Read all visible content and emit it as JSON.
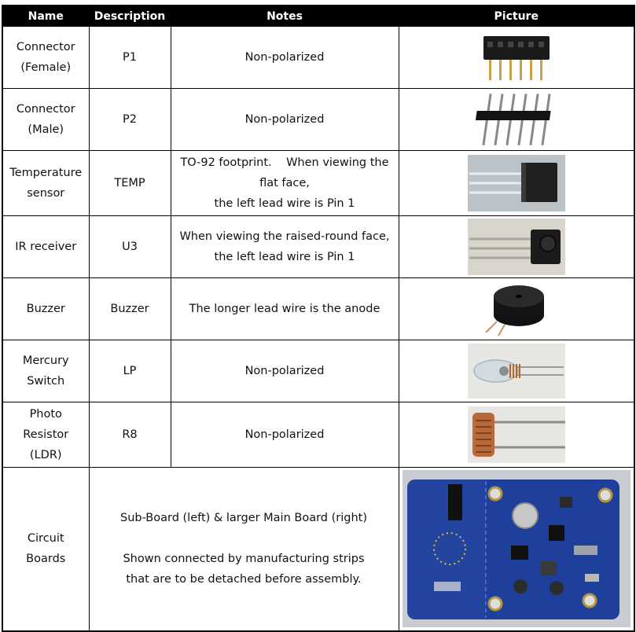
{
  "headers": {
    "name": "Name",
    "description": "Description",
    "notes": "Notes",
    "picture": "Picture"
  },
  "rows": [
    {
      "name_lines": [
        "Connector",
        "(Female)"
      ],
      "description": "P1",
      "notes_lines": [
        "Non-polarized"
      ],
      "picture": "female-header-photo"
    },
    {
      "name_lines": [
        "Connector",
        "(Male)"
      ],
      "description": "P2",
      "notes_lines": [
        "Non-polarized"
      ],
      "picture": "male-header-photo"
    },
    {
      "name_lines": [
        "Temperature",
        "sensor"
      ],
      "description": "TEMP",
      "notes_lines": [
        "TO-92 footprint.    When viewing the",
        "flat face,",
        "the left lead wire is Pin 1"
      ],
      "picture": "to92-sensor-photo"
    },
    {
      "name_lines": [
        "IR receiver"
      ],
      "description": "U3",
      "notes_lines": [
        "When viewing the raised-round face,",
        "the left lead wire is Pin 1"
      ],
      "picture": "ir-receiver-photo"
    },
    {
      "name_lines": [
        "Buzzer"
      ],
      "description": "Buzzer",
      "notes_lines": [
        "The longer lead wire is the anode"
      ],
      "picture": "buzzer-photo"
    },
    {
      "name_lines": [
        "Mercury",
        "Switch"
      ],
      "description": "LP",
      "notes_lines": [
        "Non-polarized"
      ],
      "picture": "mercury-switch-photo"
    },
    {
      "name_lines": [
        "Photo",
        "Resistor",
        "(LDR)"
      ],
      "description": "R8",
      "notes_lines": [
        "Non-polarized"
      ],
      "picture": "photoresistor-photo"
    },
    {
      "name_lines": [
        "Circuit",
        "Boards"
      ],
      "description_colspan_lines": [
        "Sub-Board (left) & larger Main Board (right)",
        "",
        "Shown connected by manufacturing strips",
        "that are to be detached before assembly."
      ],
      "picture": "circuit-board-photo"
    }
  ]
}
